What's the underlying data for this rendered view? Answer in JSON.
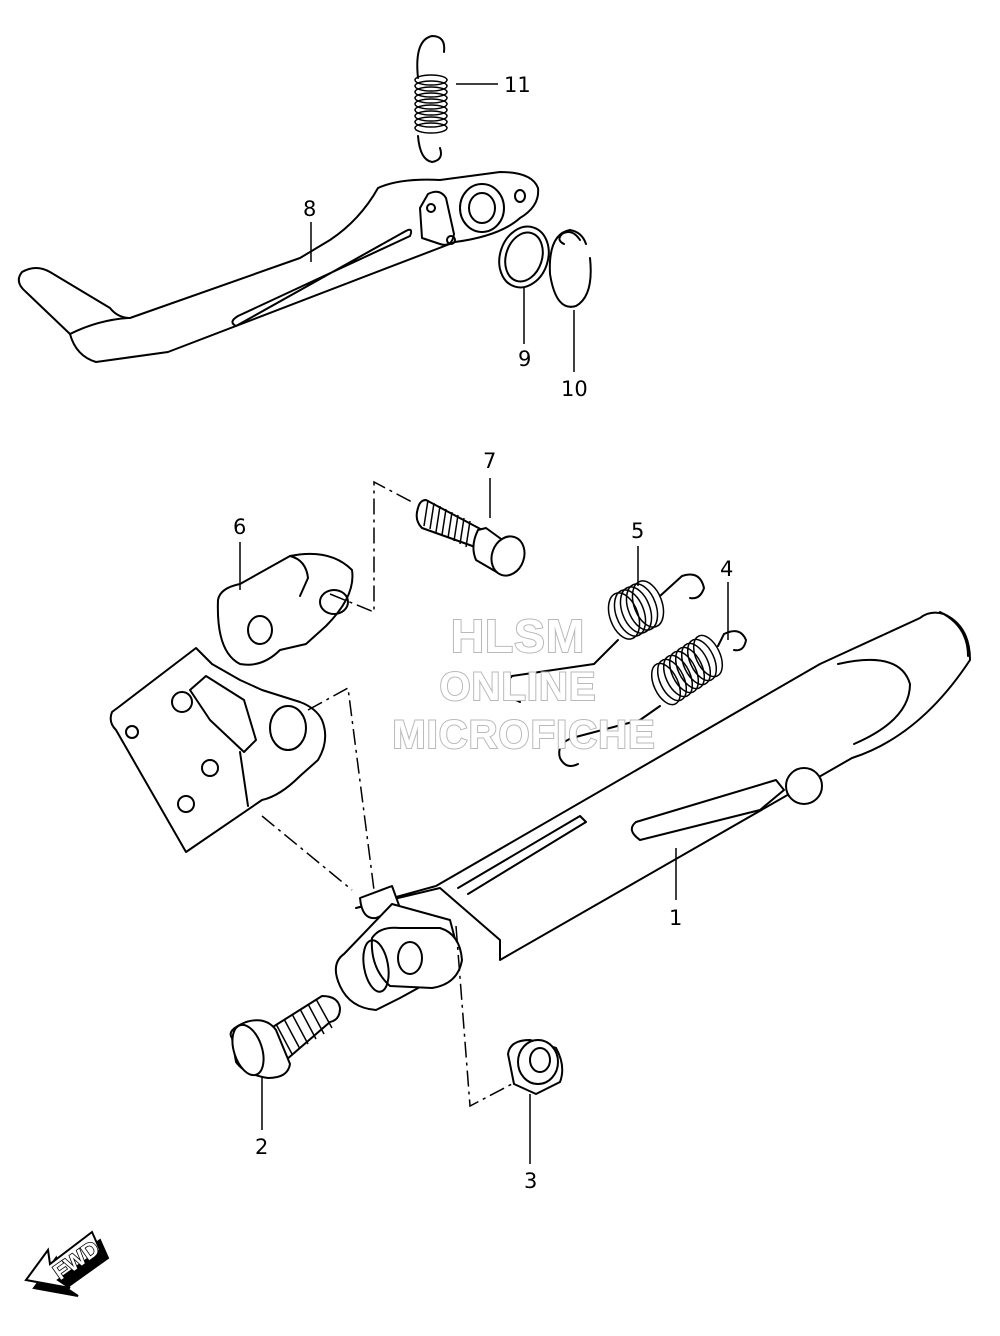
{
  "callouts": {
    "c1": "1",
    "c2": "2",
    "c3": "3",
    "c4": "4",
    "c5": "5",
    "c6": "6",
    "c7": "7",
    "c8": "8",
    "c9": "9",
    "c10": "10",
    "c11": "11"
  },
  "watermark": {
    "line1": "HLSM",
    "line2": "ONLINE",
    "line3": "MICROFICHE",
    "color": "#b9b9b9"
  },
  "direction_badge": {
    "label": "FWD",
    "icon": "arrow-down-left-icon"
  }
}
